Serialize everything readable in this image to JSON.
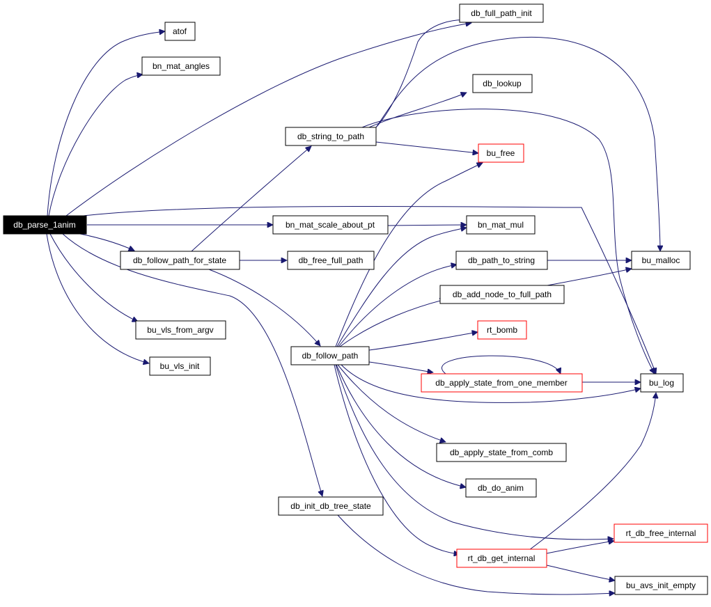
{
  "nodes": {
    "db_parse_1anim": "db_parse_1anim",
    "atof": "atof",
    "bn_mat_angles": "bn_mat_angles",
    "db_full_path_init": "db_full_path_init",
    "db_lookup": "db_lookup",
    "db_string_to_path": "db_string_to_path",
    "bu_free": "bu_free",
    "bn_mat_scale_about_pt": "bn_mat_scale_about_pt",
    "bn_mat_mul": "bn_mat_mul",
    "db_follow_path_for_state": "db_follow_path_for_state",
    "db_free_full_path": "db_free_full_path",
    "db_path_to_string": "db_path_to_string",
    "bu_malloc": "bu_malloc",
    "db_add_node_to_full_path": "db_add_node_to_full_path",
    "rt_bomb": "rt_bomb",
    "bu_vls_from_argv": "bu_vls_from_argv",
    "db_follow_path": "db_follow_path",
    "bu_vls_init": "bu_vls_init",
    "db_apply_state_from_one_member": "db_apply_state_from_one_member",
    "bu_log": "bu_log",
    "db_apply_state_from_comb": "db_apply_state_from_comb",
    "db_do_anim": "db_do_anim",
    "db_init_db_tree_state": "db_init_db_tree_state",
    "rt_db_free_internal": "rt_db_free_internal",
    "rt_db_get_internal": "rt_db_get_internal",
    "bu_avs_init_empty": "bu_avs_init_empty"
  },
  "colors": {
    "edge": "#191970",
    "border": "#000000",
    "border_highlight": "#ff0000",
    "root_fill": "#000000",
    "root_text": "#ffffff"
  }
}
